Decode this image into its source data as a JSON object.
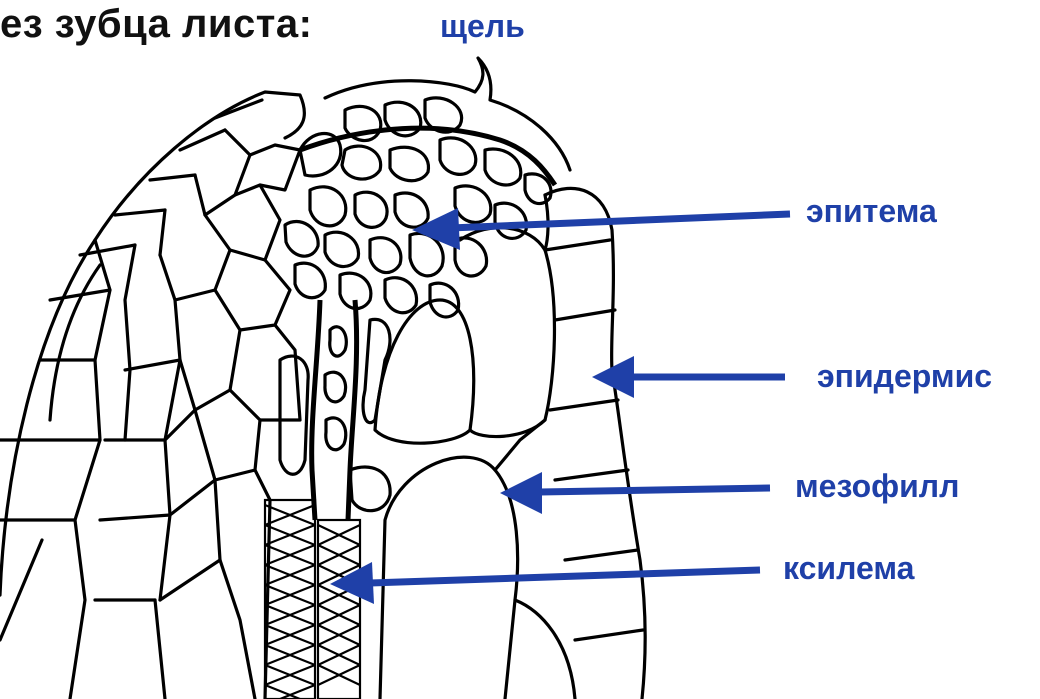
{
  "heading": "ез зубца листа:",
  "label_color": "#1f40a8",
  "labels": {
    "slit": "щель",
    "epithem": "эпитема",
    "epidermis": "эпидермис",
    "mesophyll": "мезофилл",
    "xylem": "ксилема"
  }
}
